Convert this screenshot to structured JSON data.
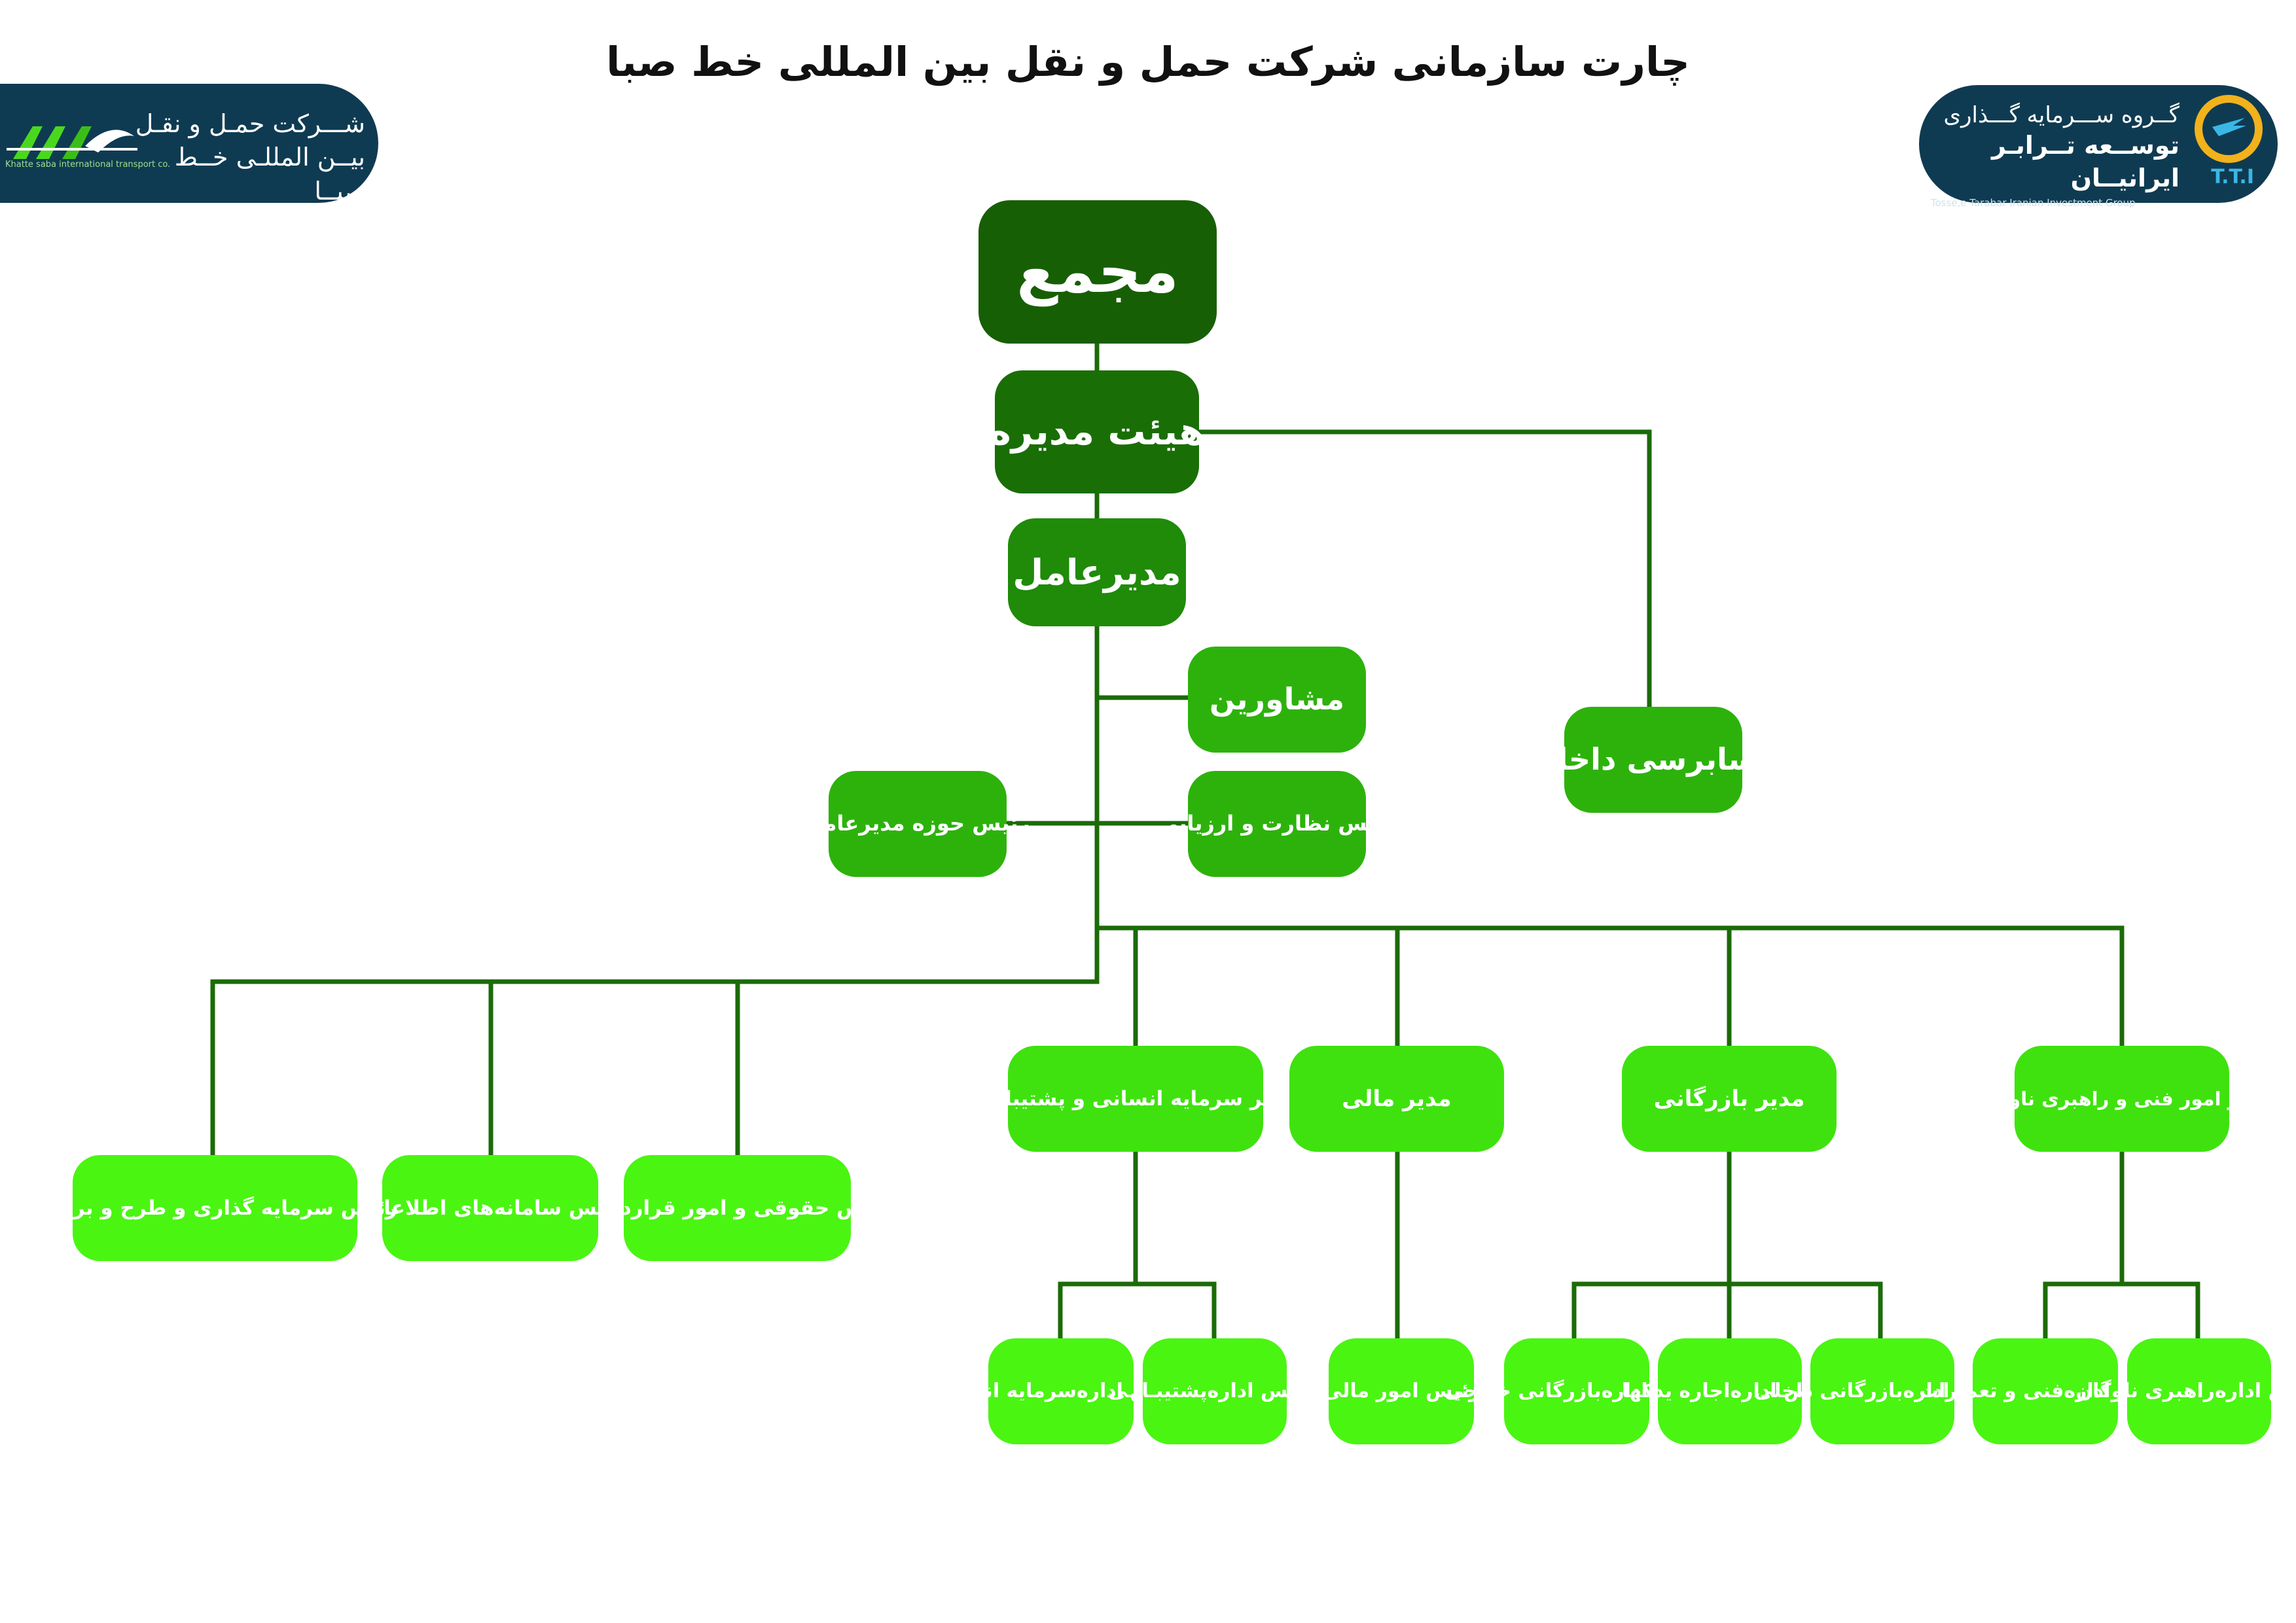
{
  "title": "چارت سازمانی شرکت حمل و نقل بین المللی خط صبا",
  "logos": {
    "left": {
      "line1": "شـــرکت حمـل و نقـل",
      "line2": "بیــن المللـی خــط صبــا",
      "icon": "khatte-saba-logo-icon",
      "subtitle": "Khatte saba international transport co."
    },
    "right": {
      "line1": "گــروه ســـرمایه گـــذاری",
      "line2": "توســعه تــرابـر ایرانیــان",
      "english": "Tosse,e Tarabar Iranian Investment Group",
      "abbr": "T.T.I",
      "icon": "tti-logo-icon"
    }
  },
  "nodes": {
    "assembly": "مجمع",
    "board": "هیئت مدیره",
    "ceo": "مدیرعامل",
    "internal_audit": "حسابرسی داخلی",
    "advisors": "مشاورین",
    "supervision_head": "رئیس نظارت و ارزیابی",
    "ceo_office_head": "رئیس حوزه مدیرعامل",
    "hr_manager": "مدیر سرمایه انسانی و پشتیبانی",
    "finance_manager": "مدیر مالی",
    "commercial_manager": "مدیر بازرگانی",
    "fleet_manager": "مدیر امور فنی و راهبری ناوگان",
    "legal_head": "رئیس حقوقی و امور قراردادها",
    "it_head": "رئیس سامانه‌های اطلاعاتی",
    "investment_head": "رئیس سرمایه گذاری و طرح و برنامه",
    "hr_office_head": [
      "رئیـس اداره",
      "سرمایه انسانی"
    ],
    "support_office_head": [
      "رئیـس اداره",
      "پشتیبـانـی"
    ],
    "finance_affairs_head": "رئیس امور مالی",
    "foreign_trade_head": [
      "رئیس اداره",
      "بازرگانی خارجی"
    ],
    "leasing_head": [
      "رئیس اداره",
      "اجاره یدکها"
    ],
    "domestic_trade_head": [
      "رئیس اداره",
      "بازرگانی داخلی"
    ],
    "technical_maint_head": [
      "رئیس اداره",
      "فنی و تعمیرات"
    ],
    "fleet_ops_head": [
      "رئیس اداره",
      "راهبری ناوگان"
    ]
  },
  "colors": {
    "assembly": "#175f05",
    "board": "#1a6e06",
    "ceo": "#1f8b09",
    "level3": "#2db20c",
    "managers": "#3fe20f",
    "leaves": "#4af512",
    "connector": "#1b6b08",
    "logo_bg": "#0f3b52"
  }
}
